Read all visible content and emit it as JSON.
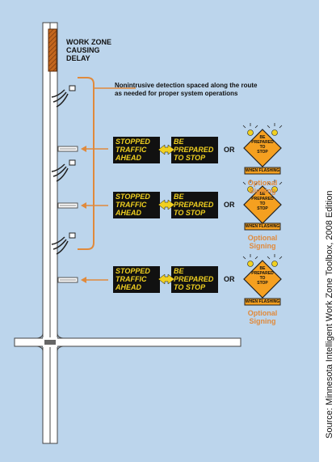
{
  "work_zone_label": [
    "WORK ZONE",
    "CAUSING",
    "DELAY"
  ],
  "detection_note": [
    "Nonintrusive detection spaced along the route",
    "as needed for proper system operations"
  ],
  "sign_left": [
    "STOPPED",
    "TRAFFIC",
    "AHEAD"
  ],
  "sign_right": [
    "BE",
    "PREPARED",
    "TO STOP"
  ],
  "or_label": "OR",
  "diamond_text": [
    "BE",
    "PREPARED",
    "TO",
    "STOP"
  ],
  "when_flashing": "WHEN FLASHING",
  "optional_signing": [
    "Optional",
    "Signing"
  ],
  "source": "Source: Minnesota Intelligent Work Zone Toolbox, 2008 Edition",
  "colors": {
    "background": "#bcd5ec",
    "sign_text": "#f0d020",
    "accent": "#e08a3c",
    "sign_orange": "#f5a020"
  }
}
